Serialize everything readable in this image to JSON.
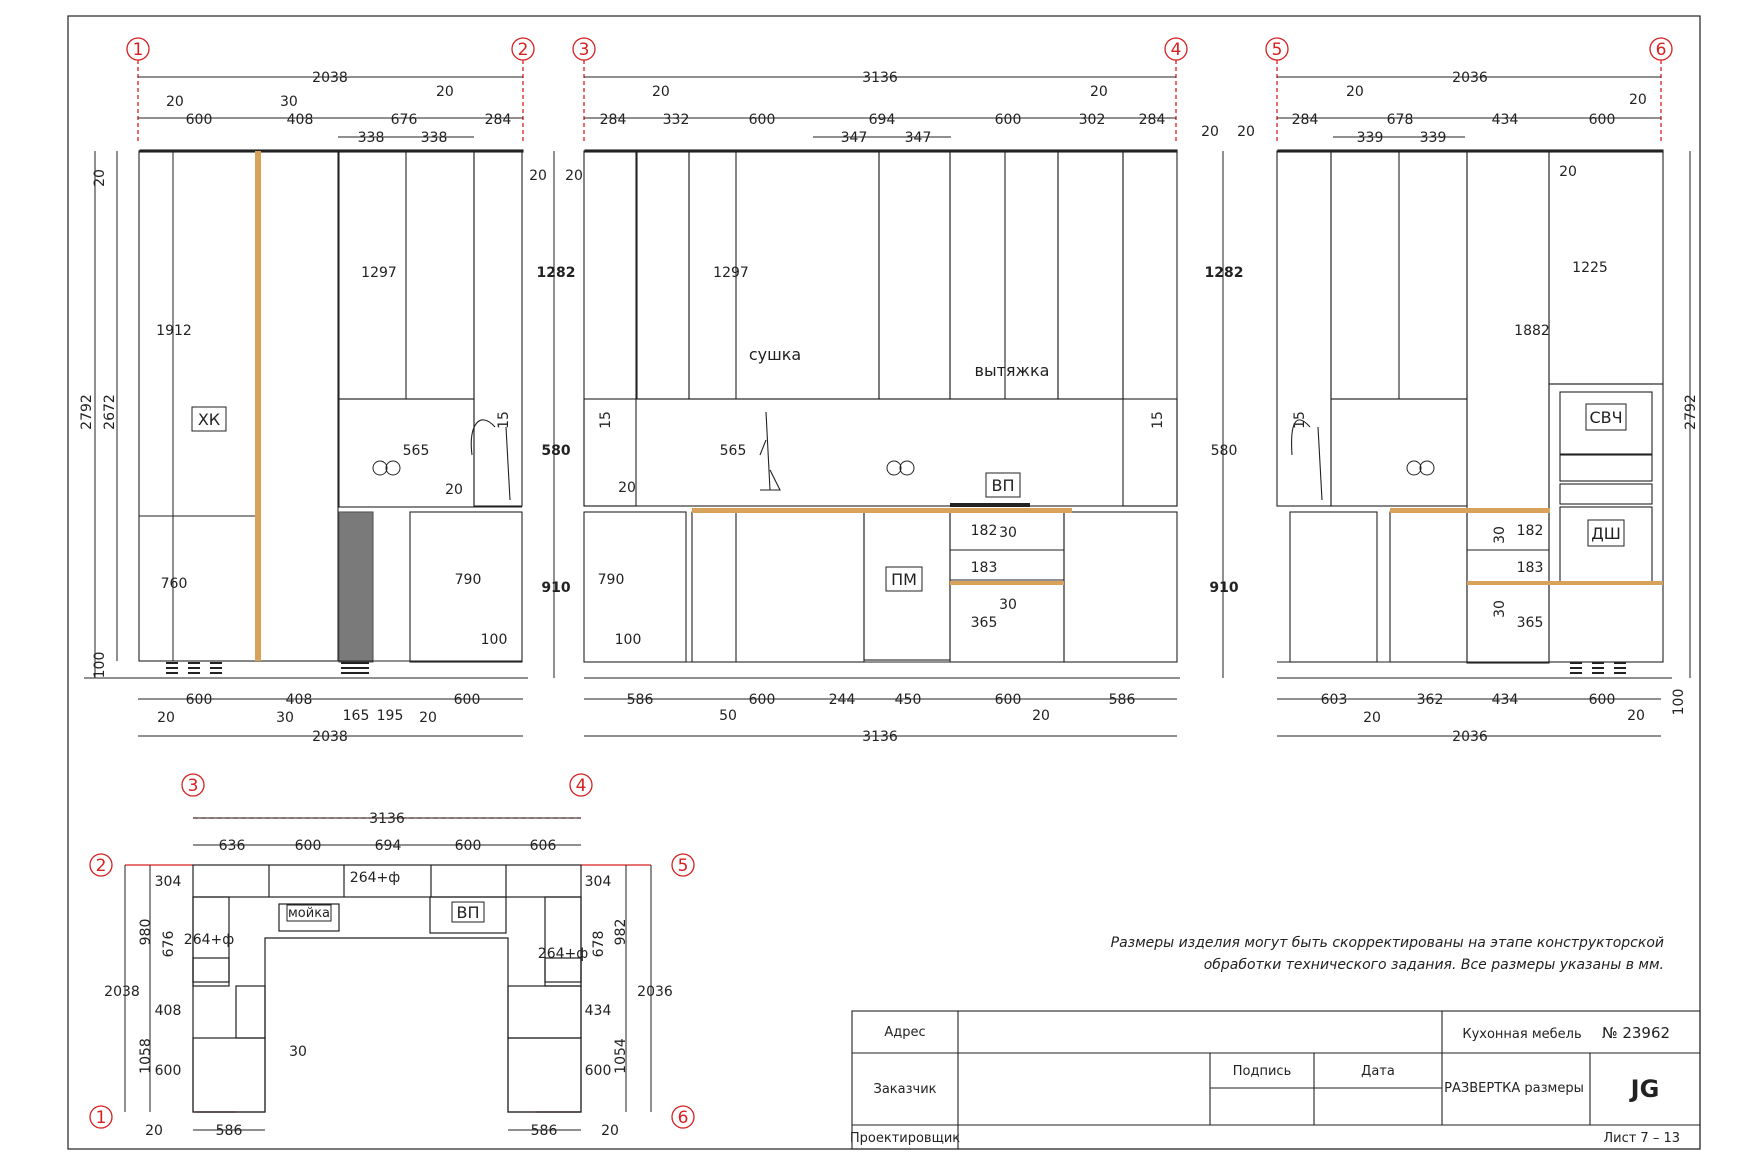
{
  "elevation": {
    "markers": [
      "1",
      "2",
      "3",
      "4",
      "5",
      "6"
    ],
    "wall1": {
      "overall": "2038",
      "top_row": [
        "20",
        "600",
        "30",
        "408",
        "676",
        "20",
        "284"
      ],
      "top_sub": [
        "338",
        "338"
      ],
      "heights": {
        "total": "2792",
        "upper": "2672",
        "top_gap": "20",
        "plinth": "100",
        "tall": "1912",
        "lower": "760",
        "wall_unit": "1297",
        "splash": "565",
        "base": "790",
        "sink_h": "100",
        "gap": "20",
        "tap": "15",
        "corner_a": "20",
        "corner_b": "20"
      },
      "bottom_row": [
        "600",
        "408",
        "165",
        "195",
        "600"
      ],
      "bottom_small": [
        "20",
        "30",
        "20"
      ],
      "labels": [
        "ХК"
      ]
    },
    "wall2": {
      "overall": "3136",
      "top_row": [
        "20",
        "284",
        "332",
        "600",
        "694",
        "600",
        "302",
        "20",
        "284"
      ],
      "top_sub": [
        "347",
        "347"
      ],
      "center_dims": {
        "upper": "1282",
        "splash": "580",
        "lower": "910"
      },
      "heights": {
        "wall_unit": "1297",
        "splash": "565",
        "base": "790",
        "plinth": "100",
        "side_a": "15",
        "side_b": "15",
        "gap": "20",
        "drawer1": "182",
        "drawer2": "183",
        "drawer3": "365",
        "g1": "30",
        "g2": "30"
      },
      "bottom_row": [
        "586",
        "600",
        "244",
        "450",
        "600",
        "586"
      ],
      "bottom_small": [
        "50",
        "20"
      ],
      "labels": [
        "сушка",
        "вытяжка",
        "ВП",
        "ПМ"
      ]
    },
    "wall3": {
      "overall": "2036",
      "top_row": [
        "284",
        "20",
        "678",
        "434",
        "600",
        "20"
      ],
      "top_sub": [
        "339",
        "339"
      ],
      "center_dims": {
        "upper": "1282",
        "splash": "580",
        "lower": "910",
        "corner_a": "20",
        "corner_b": "20"
      },
      "heights": {
        "tall": "1882",
        "wall_unit": "1225",
        "top_gap": "20",
        "tap": "15",
        "drawer1": "182",
        "drawer2": "183",
        "drawer3": "365",
        "g1": "30",
        "g2": "30",
        "total": "2792",
        "plinth": "100"
      },
      "bottom_row": [
        "603",
        "362",
        "434",
        "600"
      ],
      "bottom_small": [
        "20",
        "20"
      ],
      "labels": [
        "СВЧ",
        "ДШ"
      ]
    }
  },
  "plan": {
    "markers": [
      "3",
      "4",
      "2",
      "5",
      "1",
      "6"
    ],
    "top_overall": "3136",
    "top_row": [
      "636",
      "600",
      "694",
      "600",
      "606"
    ],
    "left_overall": "2038",
    "left": [
      "980",
      "1058",
      "304",
      "676",
      "408",
      "600"
    ],
    "right_overall": "2036",
    "right": [
      "982",
      "1054",
      "304",
      "678",
      "434",
      "600"
    ],
    "bottom_left": [
      "20",
      "586"
    ],
    "bottom_right": [
      "586",
      "20"
    ],
    "notes": [
      "264+ф",
      "264+ф",
      "264+ф",
      "30"
    ],
    "labels": [
      "мойка",
      "ВП"
    ]
  },
  "note": [
    "Размеры изделия могут быть скорректированы на этапе конструкторской",
    "обработки технического задания. Все размеры указаны в мм."
  ],
  "title_block": {
    "address_label": "Адрес",
    "customer_label": "Заказчик",
    "designer_label": "Проектировщик",
    "sign_label": "Подпись",
    "date_label": "Дата",
    "product": "Кухонная мебель",
    "order_no": "№ 23962",
    "sheet_title": "РАЗВЕРТКА размеры",
    "logo": "JG",
    "sheet_no": "Лист 7 – 13"
  },
  "colors": {
    "marker": "#d62020",
    "wood": "#d9a25a",
    "fill_gray": "#7a7a7a"
  }
}
